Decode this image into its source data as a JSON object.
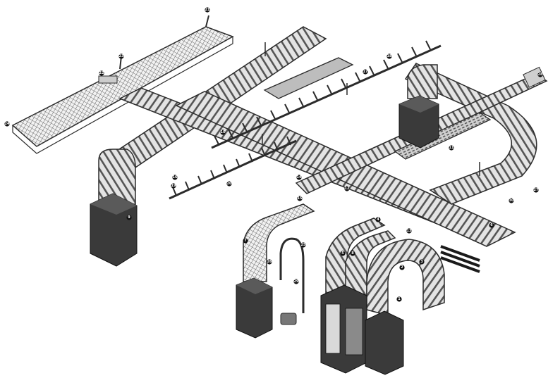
{
  "diagram": {
    "colors": {
      "tray_fill": "#d9d9d9",
      "tray_edge": "#2b2b2b",
      "rung": "#4a4a4a",
      "cabinet": "#3a3a3a",
      "cabinet_top": "#5a5a5a",
      "callout": "#111111",
      "background": "#ffffff"
    },
    "callouts": [
      "1",
      "2",
      "3",
      "4",
      "5",
      "6",
      "7",
      "8",
      "9",
      "10",
      "11",
      "12",
      "13",
      "14",
      "15",
      "16",
      "17",
      "18",
      "19",
      "20",
      "21",
      "22",
      "23",
      "24",
      "25",
      "26",
      "27",
      "28",
      "29",
      "30"
    ]
  }
}
